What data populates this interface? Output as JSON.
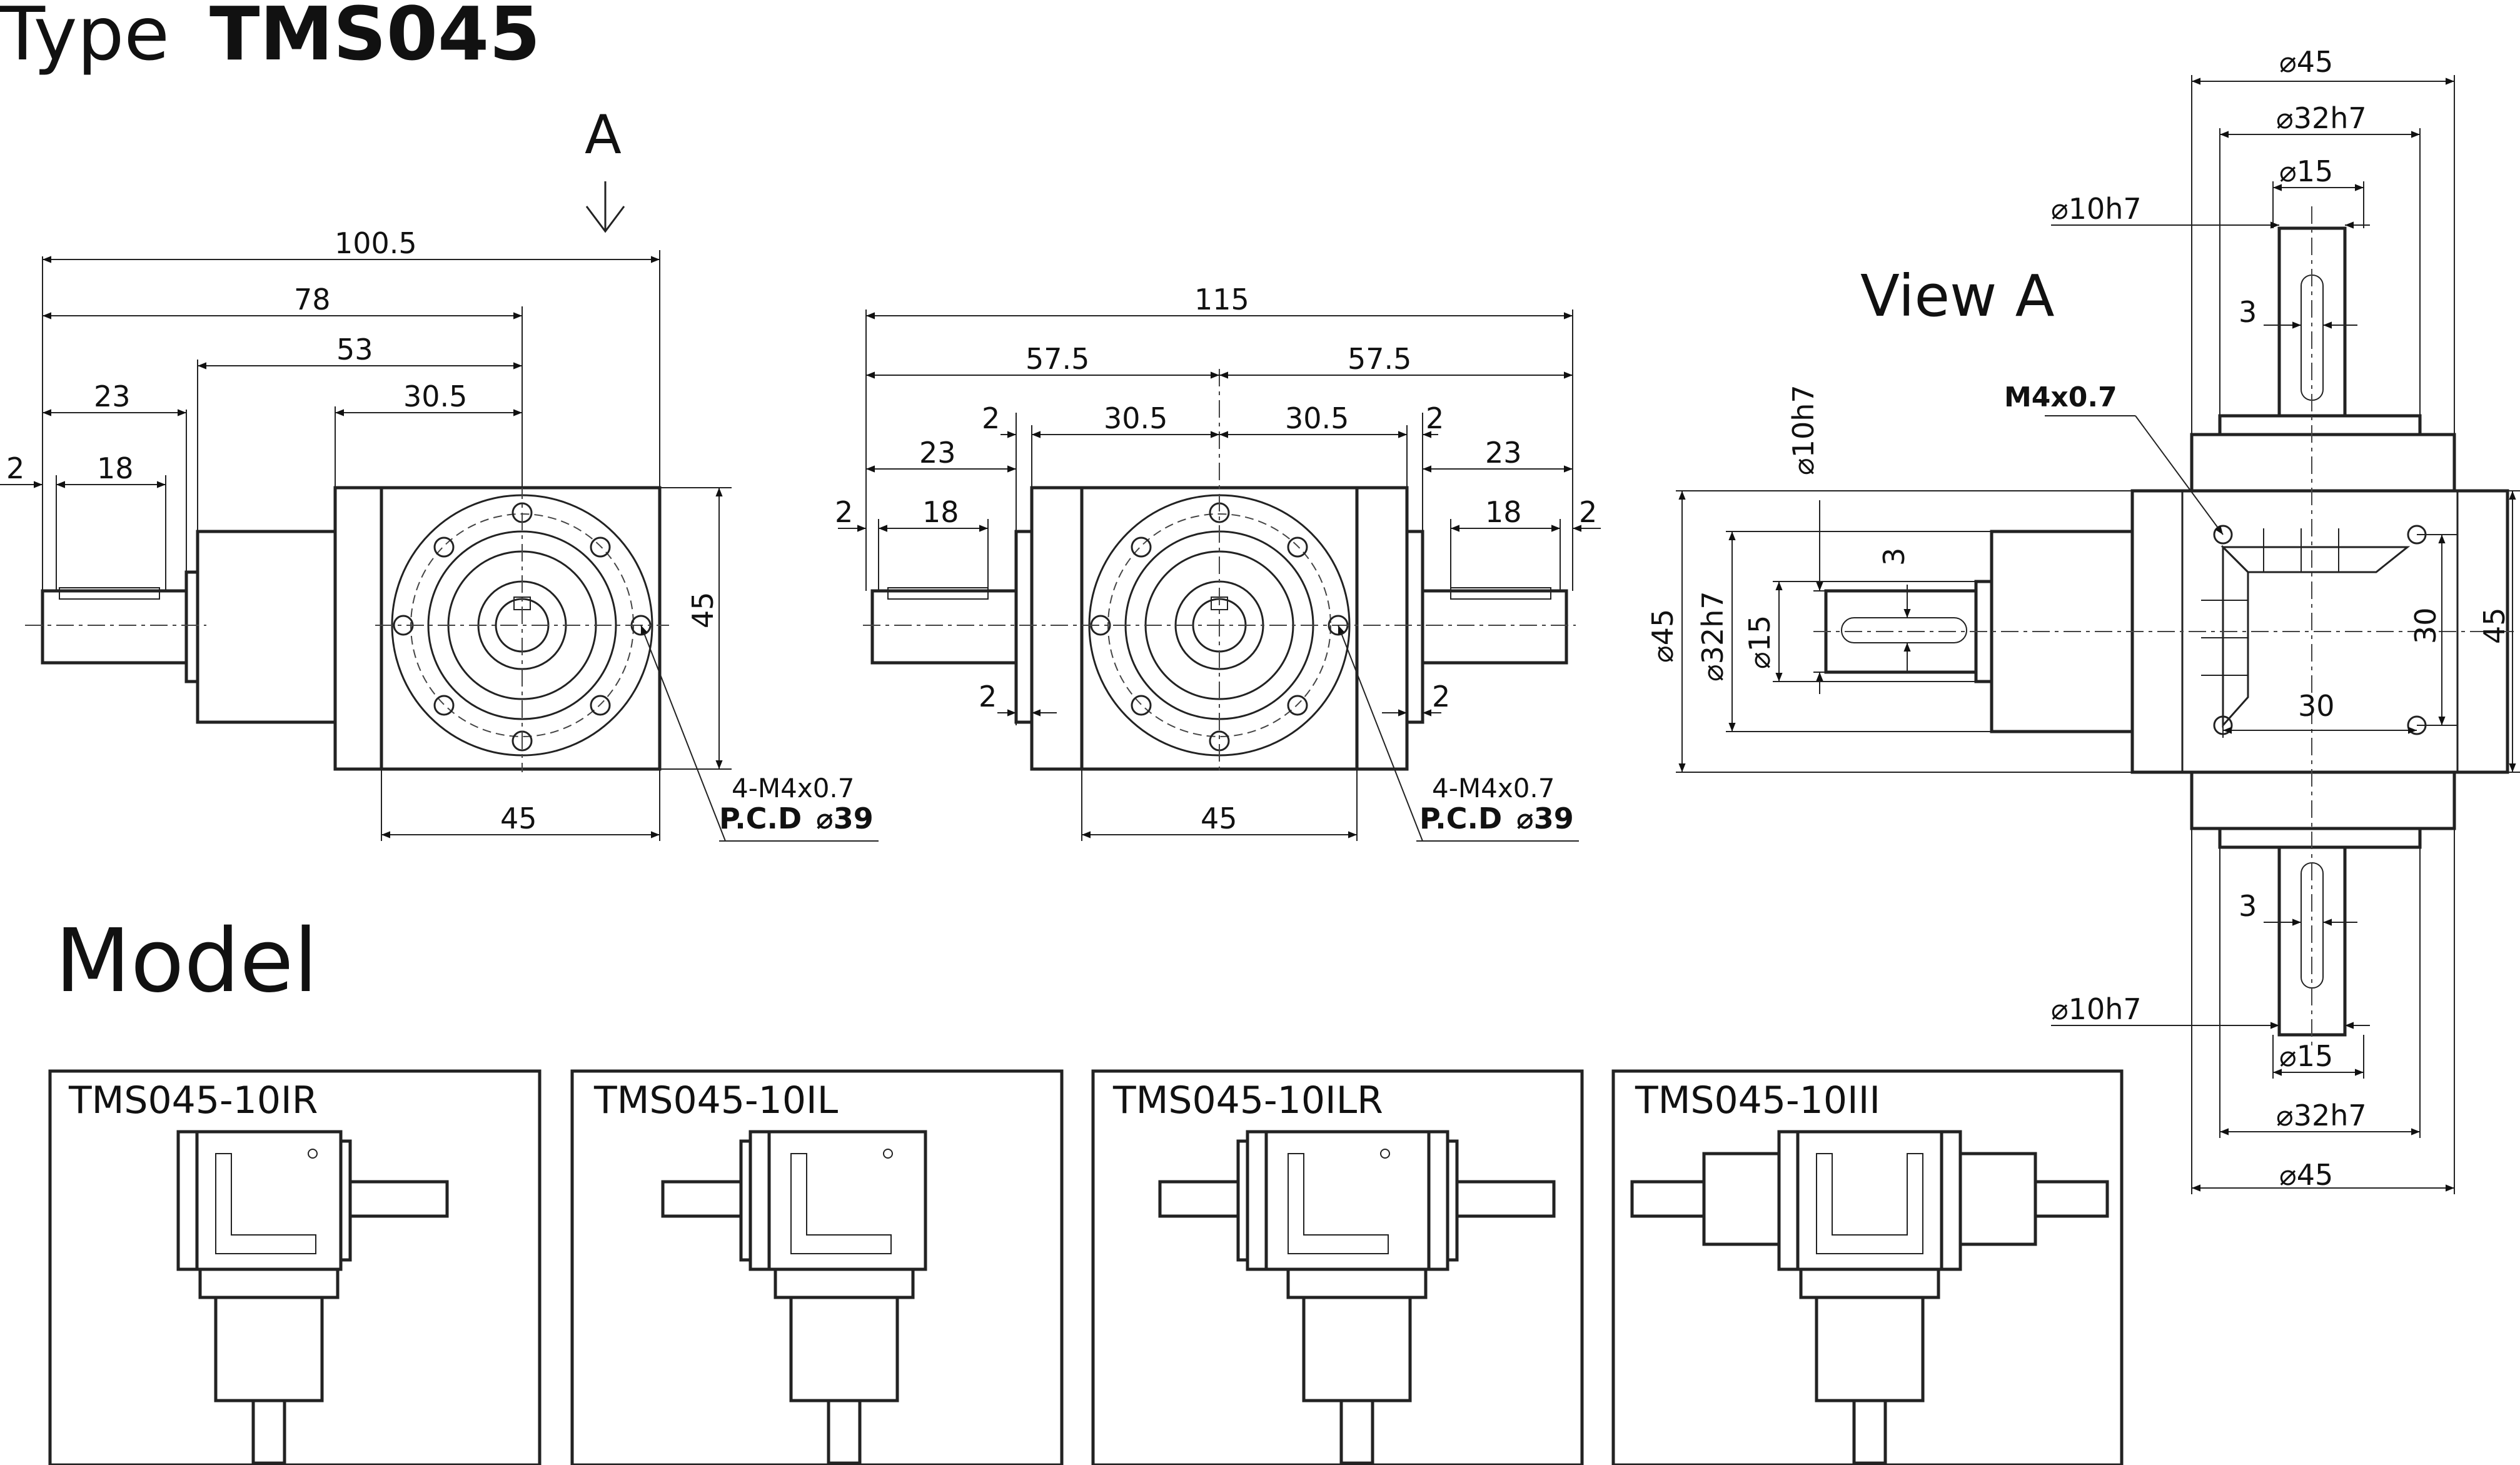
{
  "page_title_prefix": "Type",
  "page_title_model": "TMS045",
  "view_arrow_label": "A",
  "view_a_label": "View A",
  "model_section_title": "Model",
  "side_view": {
    "dims": [
      "100.5",
      "78",
      "53",
      "23",
      "30.5",
      "2",
      "18",
      "45",
      "45"
    ],
    "hole_note": "4-M4x0.7",
    "pcd_label": "P.C.D",
    "pcd_value": "⌀39"
  },
  "front_view": {
    "dims": [
      "115",
      "57.5",
      "57.5",
      "23",
      "2",
      "30.5",
      "30.5",
      "2",
      "23",
      "2",
      "18",
      "18",
      "2",
      "2",
      "2",
      "45"
    ],
    "hole_note": "4-M4x0.7",
    "pcd_label": "P.C.D",
    "pcd_value": "⌀39"
  },
  "view_a": {
    "dims": [
      "⌀45",
      "⌀32h7",
      "⌀15",
      "⌀10h7",
      "3",
      "⌀10h7",
      "3",
      "⌀45",
      "⌀32h7",
      "⌀15",
      "30",
      "45",
      "30",
      "3",
      "⌀10h7",
      "⌀15",
      "⌀32h7",
      "⌀45"
    ],
    "thread_note": "M4x0.7"
  },
  "models": [
    {
      "name": "TMS045-10IR"
    },
    {
      "name": "TMS045-10IL"
    },
    {
      "name": "TMS045-10ILR"
    },
    {
      "name": "TMS045-10III"
    }
  ]
}
